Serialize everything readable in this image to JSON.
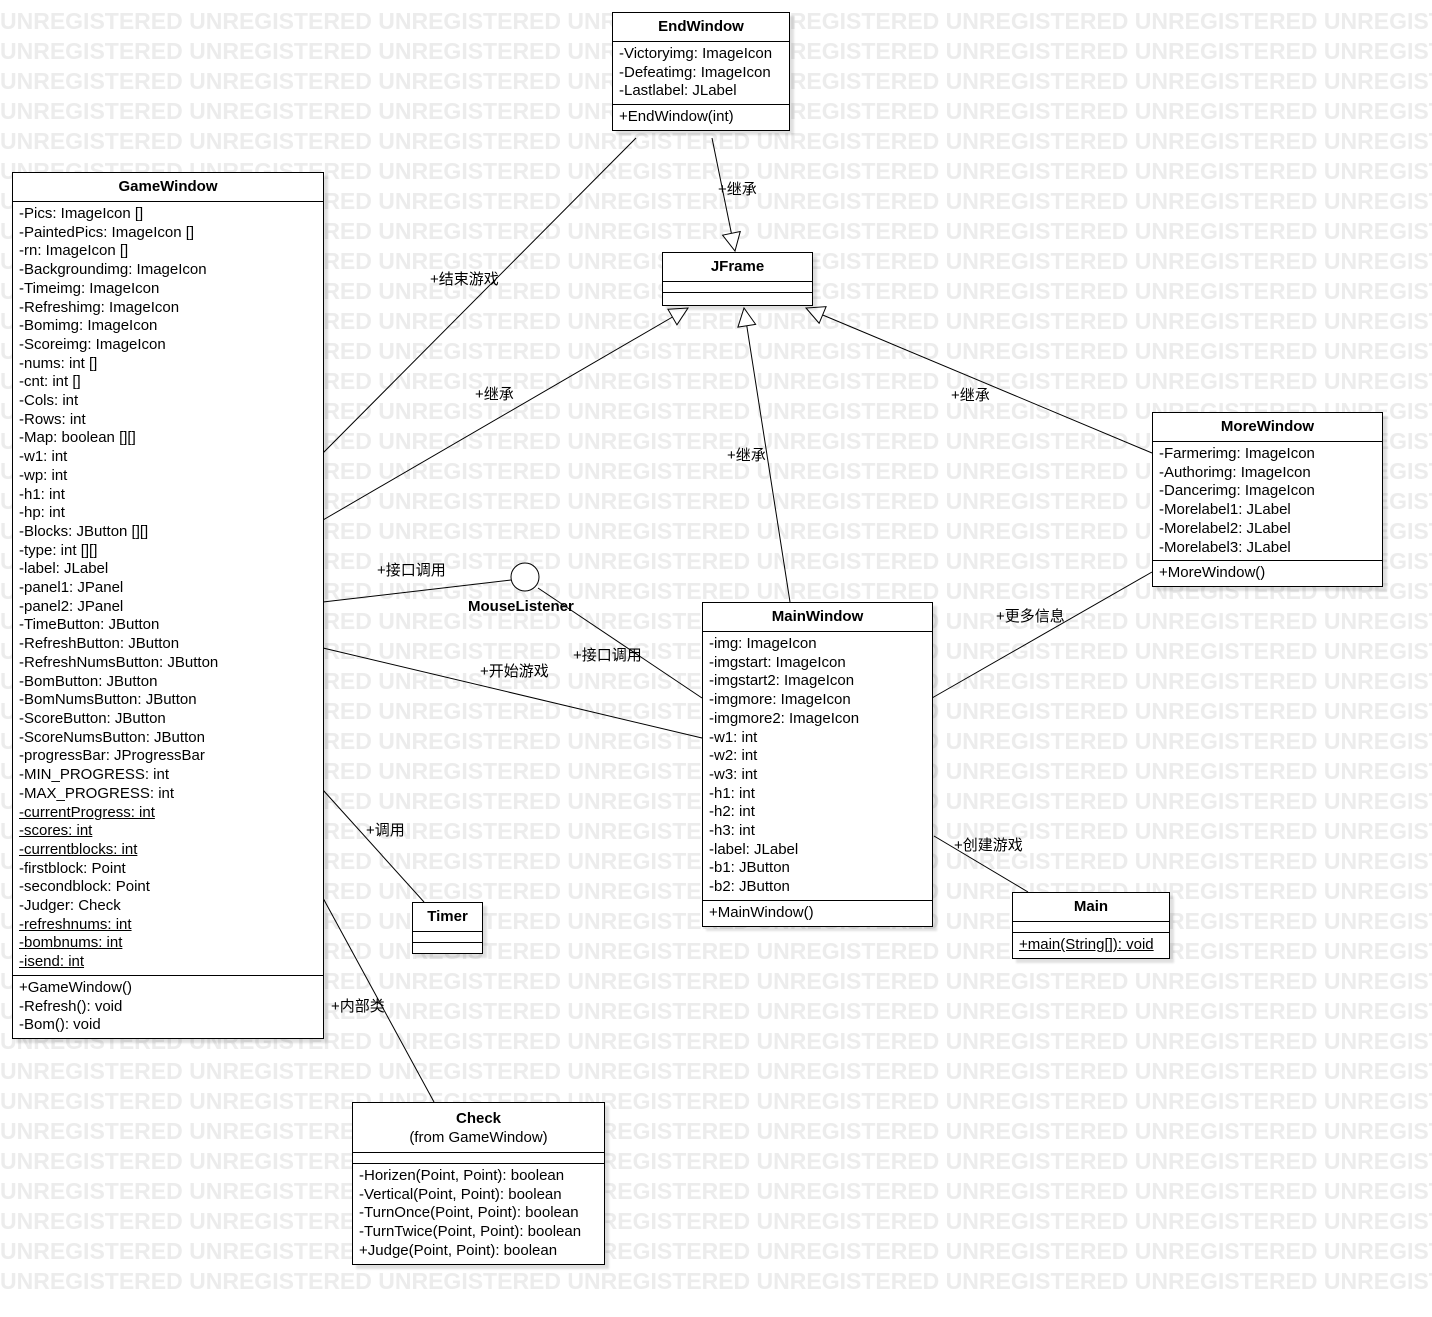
{
  "watermark_text": "UNREGISTERED UNREGISTERED UNREGISTERED UNREGISTERED UNREGISTERED UNREGISTERED UNREGISTERED UNREGISTERED",
  "classes": {
    "end_window": {
      "name": "EndWindow",
      "attributes": [
        "-Victoryimg: ImageIcon",
        "-Defeatimg: ImageIcon",
        "-Lastlabel: JLabel"
      ],
      "operations": [
        "+EndWindow(int)"
      ]
    },
    "jframe": {
      "name": "JFrame"
    },
    "game_window": {
      "name": "GameWindow",
      "attributes": [
        "-Pics: ImageIcon []",
        "-PaintedPics: ImageIcon []",
        "-rn: ImageIcon []",
        "-Backgroundimg: ImageIcon",
        "-Timeimg: ImageIcon",
        "-Refreshimg: ImageIcon",
        "-Bomimg: ImageIcon",
        "-Scoreimg: ImageIcon",
        "-nums: int []",
        "-cnt: int []",
        "-Cols: int",
        "-Rows: int",
        "-Map: boolean [][]",
        "-w1: int",
        "-wp: int",
        "-h1: int",
        "-hp: int",
        "-Blocks: JButton [][]",
        "-type: int  [][]",
        "-label: JLabel",
        "-panel1: JPanel",
        "-panel2: JPanel",
        "-TimeButton: JButton",
        "-RefreshButton: JButton",
        "-RefreshNumsButton: JButton",
        "-BomButton: JButton",
        "-BomNumsButton: JButton",
        "-ScoreButton: JButton",
        "-ScoreNumsButton: JButton",
        "-progressBar: JProgressBar",
        "-MIN_PROGRESS: int",
        "-MAX_PROGRESS: int",
        "-currentProgress: int",
        "-scores: int",
        "-currentblocks: int",
        "-firstblock: Point",
        "-secondblock: Point",
        "-Judger: Check",
        "-refreshnums: int",
        "-bombnums: int",
        "-isend: int"
      ],
      "operations": [
        "+GameWindow()",
        "-Refresh(): void",
        "-Bom(): void"
      ]
    },
    "more_window": {
      "name": "MoreWindow",
      "attributes": [
        "-Farmerimg: ImageIcon",
        "-Authorimg: ImageIcon",
        "-Dancerimg: ImageIcon",
        "-Morelabel1: JLabel",
        "-Morelabel2: JLabel",
        "-Morelabel3: JLabel"
      ],
      "operations": [
        "+MoreWindow()"
      ]
    },
    "main_window": {
      "name": "MainWindow",
      "attributes": [
        "-img: ImageIcon",
        "-imgstart: ImageIcon",
        "-imgstart2: ImageIcon",
        "-imgmore: ImageIcon",
        "-imgmore2: ImageIcon",
        "-w1: int",
        "-w2: int",
        "-w3: int",
        "-h1: int",
        "-h2: int",
        "-h3: int",
        "-label: JLabel",
        "-b1: JButton",
        "-b2: JButton"
      ],
      "operations": [
        "+MainWindow()"
      ]
    },
    "timer": {
      "name": "Timer"
    },
    "main": {
      "name": "Main",
      "operations": [
        "+main(String[]): void"
      ]
    },
    "check": {
      "name": "Check",
      "subtitle": "(from GameWindow)",
      "operations": [
        "-Horizen(Point, Point): boolean",
        "-Vertical(Point, Point): boolean",
        "-TurnOnce(Point, Point): boolean",
        "-TurnTwice(Point, Point): boolean",
        "+Judge(Point, Point): boolean"
      ]
    }
  },
  "interface": {
    "name": "MouseListener"
  },
  "edge_labels": {
    "end_to_jframe": "+继承",
    "end_to_game": "+结束游戏",
    "game_to_jframe": "+继承",
    "main_to_jframe": "+继承",
    "more_to_jframe": "+继承",
    "game_to_mouse": "+接口调用",
    "main_to_mouse": "+接口调用",
    "main_to_game": "+开始游戏",
    "main_to_more": "+更多信息",
    "main_to_main": "+创建游戏",
    "game_to_timer": "+调用",
    "game_to_check": "+内部类"
  }
}
